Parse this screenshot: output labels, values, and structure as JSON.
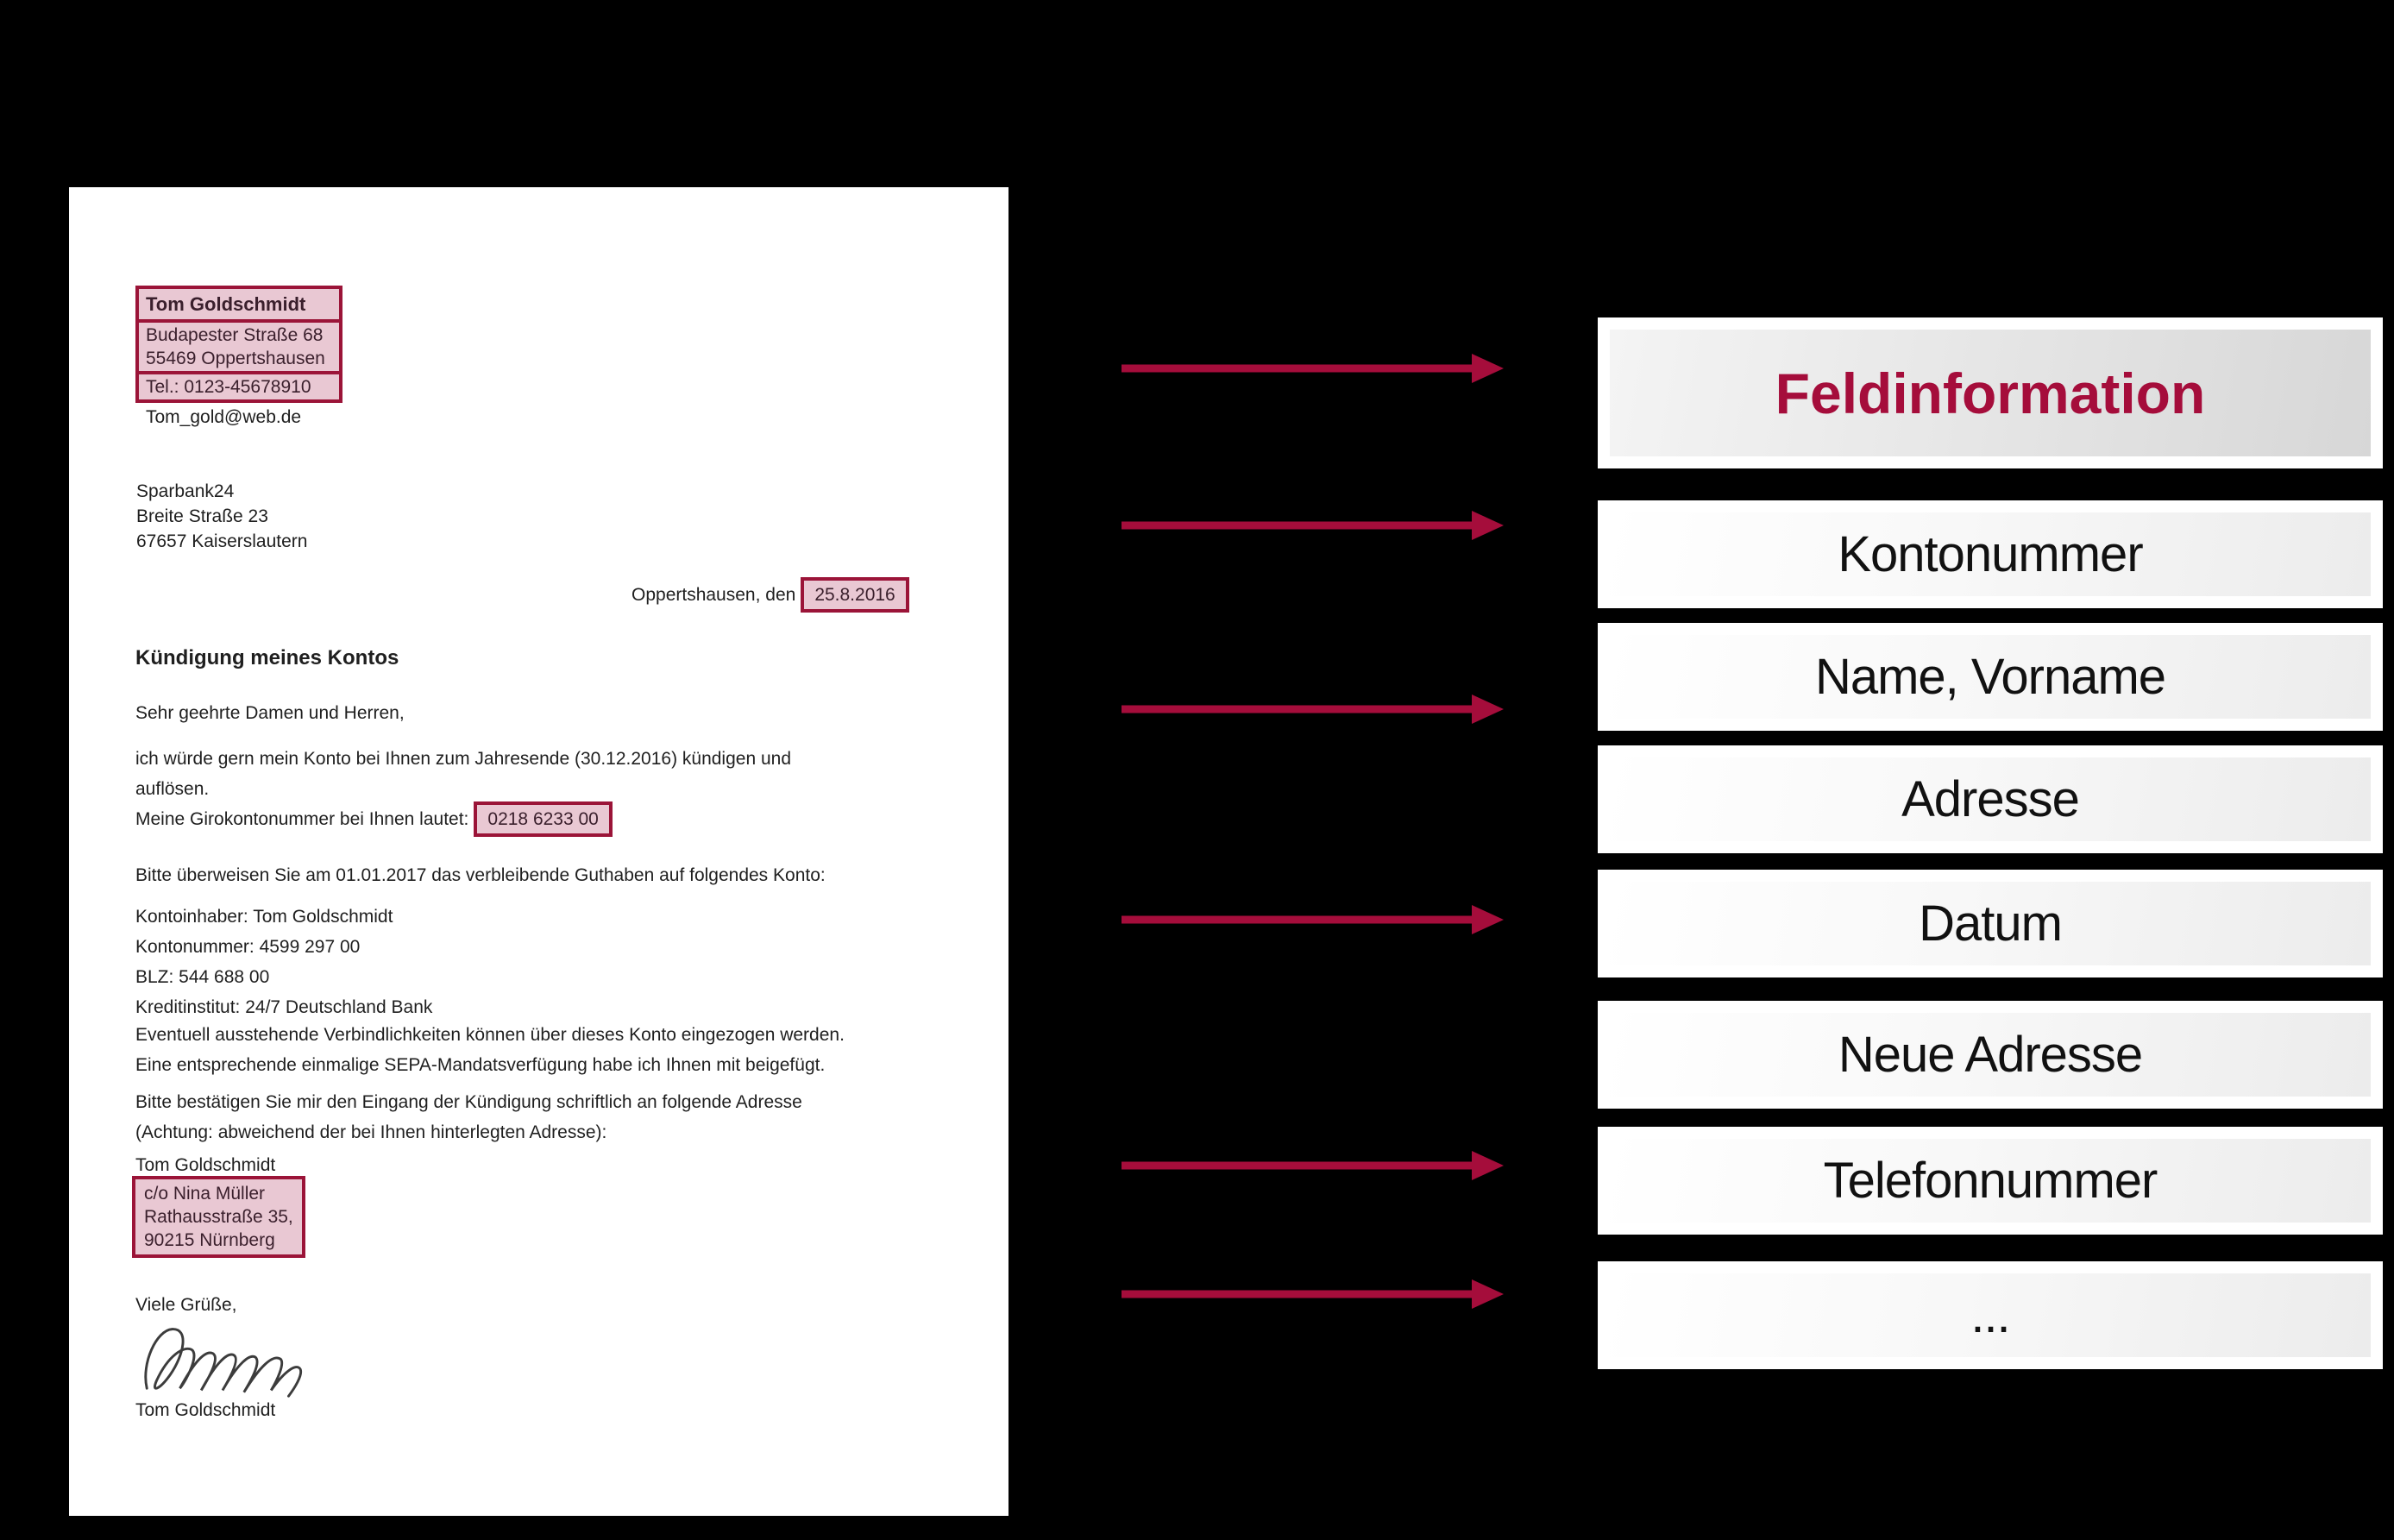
{
  "letter": {
    "sender": {
      "name": "Tom Goldschmidt",
      "street": "Budapester Straße 68",
      "city": "55469 Oppertshausen",
      "phone": "Tel.: 0123-45678910",
      "email": "Tom_gold@web.de"
    },
    "recipient": {
      "name": "Sparbank24",
      "street": "Breite Straße 23",
      "city": "67657 Kaiserslautern"
    },
    "date_line": {
      "label": "Oppertshausen, den",
      "date": "25.8.2016"
    },
    "subject": "Kündigung meines Kontos",
    "salutation": "Sehr geehrte Damen und Herren,",
    "para_intro": [
      "ich würde gern mein Konto bei Ihnen zum Jahresende (30.12.2016) kündigen und",
      "auflösen."
    ],
    "giro": {
      "label": "Meine Girokontonummer bei Ihnen lautet:",
      "number": "0218 6233 00"
    },
    "transfer_line": "Bitte überweisen Sie am 01.01.2017 das verbleibende Guthaben auf folgendes Konto:",
    "account": [
      "Kontoinhaber: Tom Goldschmidt",
      "Kontonummer: 4599 297 00",
      "BLZ: 544 688 00",
      "Kreditinstitut: 24/7 Deutschland Bank"
    ],
    "para_sepa": [
      "Eventuell ausstehende Verbindlichkeiten können über dieses Konto eingezogen werden.",
      "Eine entsprechende einmalige SEPA-Mandatsverfügung habe ich Ihnen mit beigefügt."
    ],
    "para_confirm": [
      "Bitte bestätigen Sie mir den Eingang der Kündigung schriftlich an folgende Adresse",
      "(Achtung: abweichend der bei Ihnen hinterlegten Adresse):"
    ],
    "new_address": {
      "name": "Tom Goldschmidt",
      "line1": "c/o Nina Müller",
      "line2": "Rathausstraße 35,",
      "line3": "90215 Nürnberg"
    },
    "closing": "Viele Grüße,",
    "signature_name": "Tom Goldschmidt"
  },
  "panel": {
    "title": "Feldinformation",
    "fields": [
      "Kontonummer",
      "Name, Vorname",
      "Adresse",
      "Datum",
      "Neue Adresse",
      "Telefonnummer",
      "..."
    ]
  },
  "colors": {
    "background": "#000000",
    "arrow": "#a50d3b",
    "highlight_fill": "#e9c8d3",
    "highlight_border": "#9b1438",
    "panel_title_text": "#a50d3b"
  }
}
